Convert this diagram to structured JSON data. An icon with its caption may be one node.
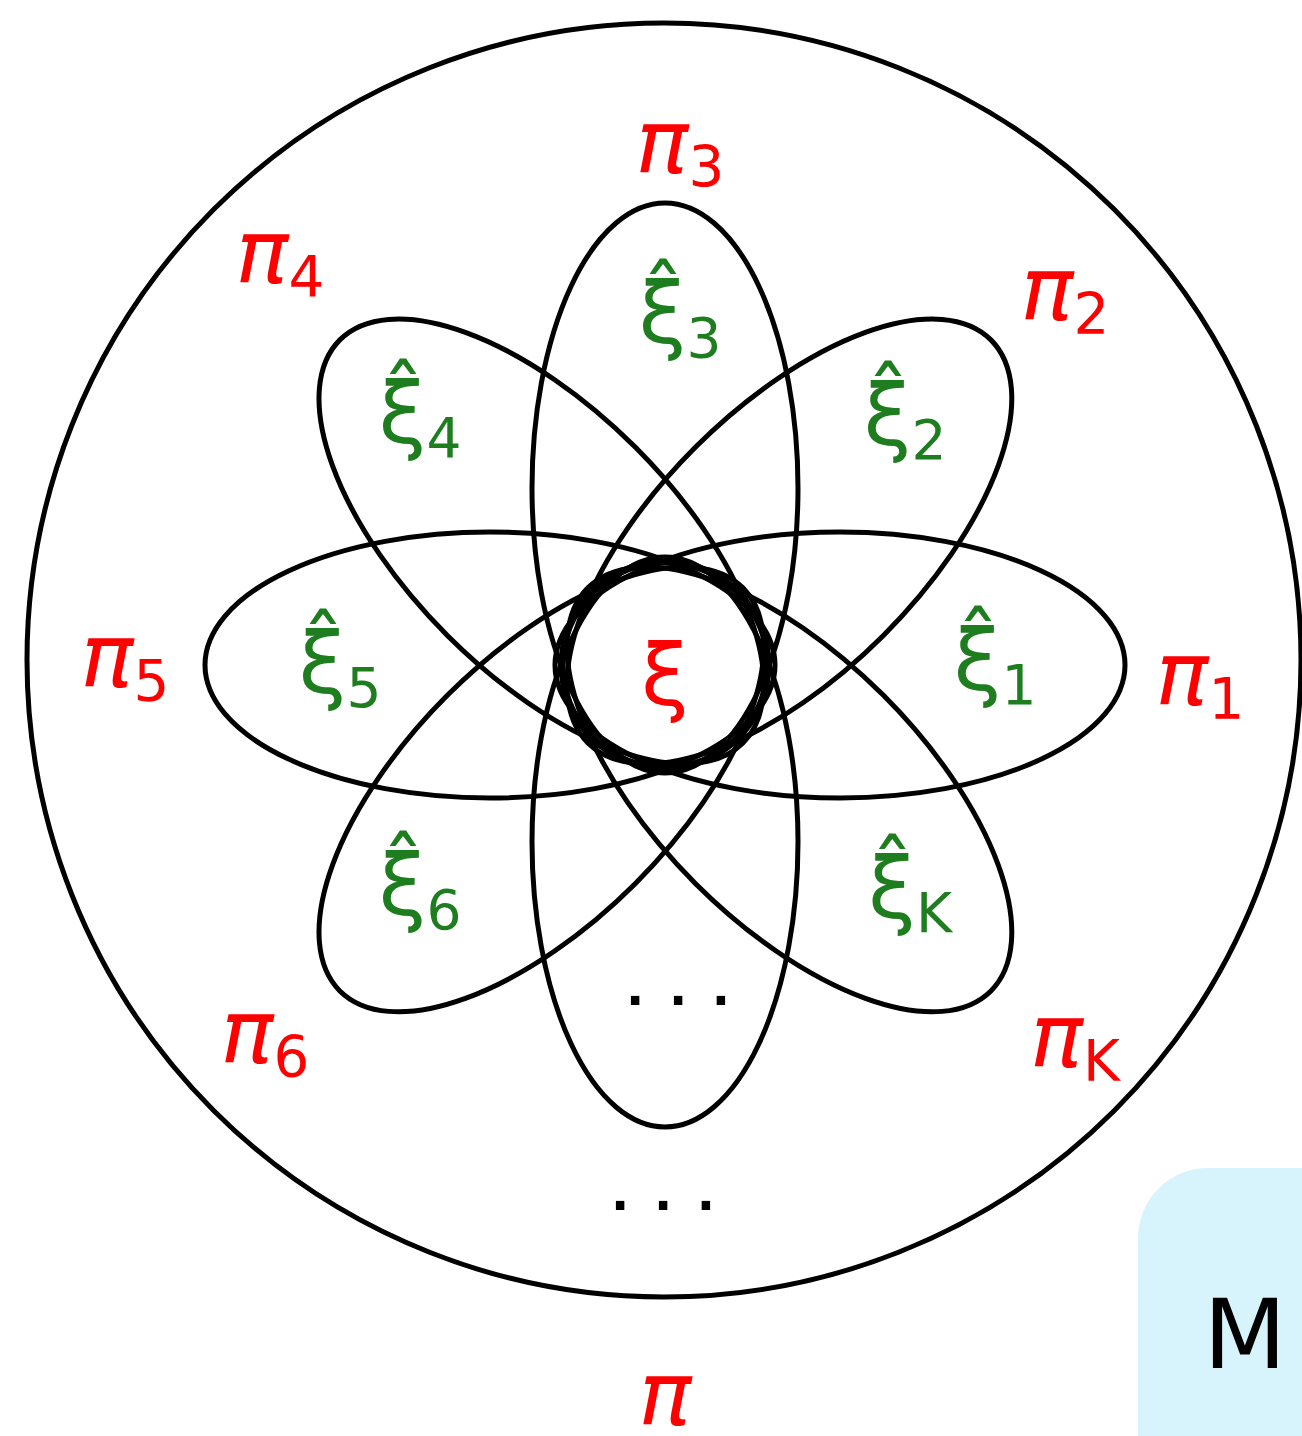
{
  "diagram": {
    "nodes": [
      {
        "text": [
          "π"
        ]
      },
      {
        "text": [
          "ξ"
        ]
      },
      {
        "text": [
          "ξ̂$_{1}$"
        ],
        "beside": [
          "π$_{1}$"
        ],
        "in": 0
      },
      {
        "text": [
          "ξ̂$_{2}$"
        ],
        "beside": [
          "π$_{2}$"
        ],
        "in": 0
      },
      {
        "text": [
          "ξ̂$_{3}$"
        ],
        "beside": [
          "π$_{3}$"
        ],
        "in": 0
      },
      {
        "text": [
          "ξ̂$_{4}$"
        ],
        "beside": [
          "π$_{4}$"
        ],
        "in": 0
      },
      {
        "text": [
          "ξ̂$_{5}$"
        ],
        "beside": [
          "π$_{5}$"
        ],
        "in": 0
      },
      {
        "text": [
          "ξ̂$_{6}$"
        ],
        "beside": [
          "π$_{6}$"
        ],
        "in": 0
      },
      {
        "text": [
          "ξ̂$_{K}$"
        ],
        "beside": [
          "π$_{K}$"
        ],
        "in": 0
      },
      {
        "text": [
          "· · ·"
        ],
        "in": 0
      },
      {
        "text": [
          "M"
        ]
      }
    ],
    "labels": [
      "· · ·"
    ]
  }
}
